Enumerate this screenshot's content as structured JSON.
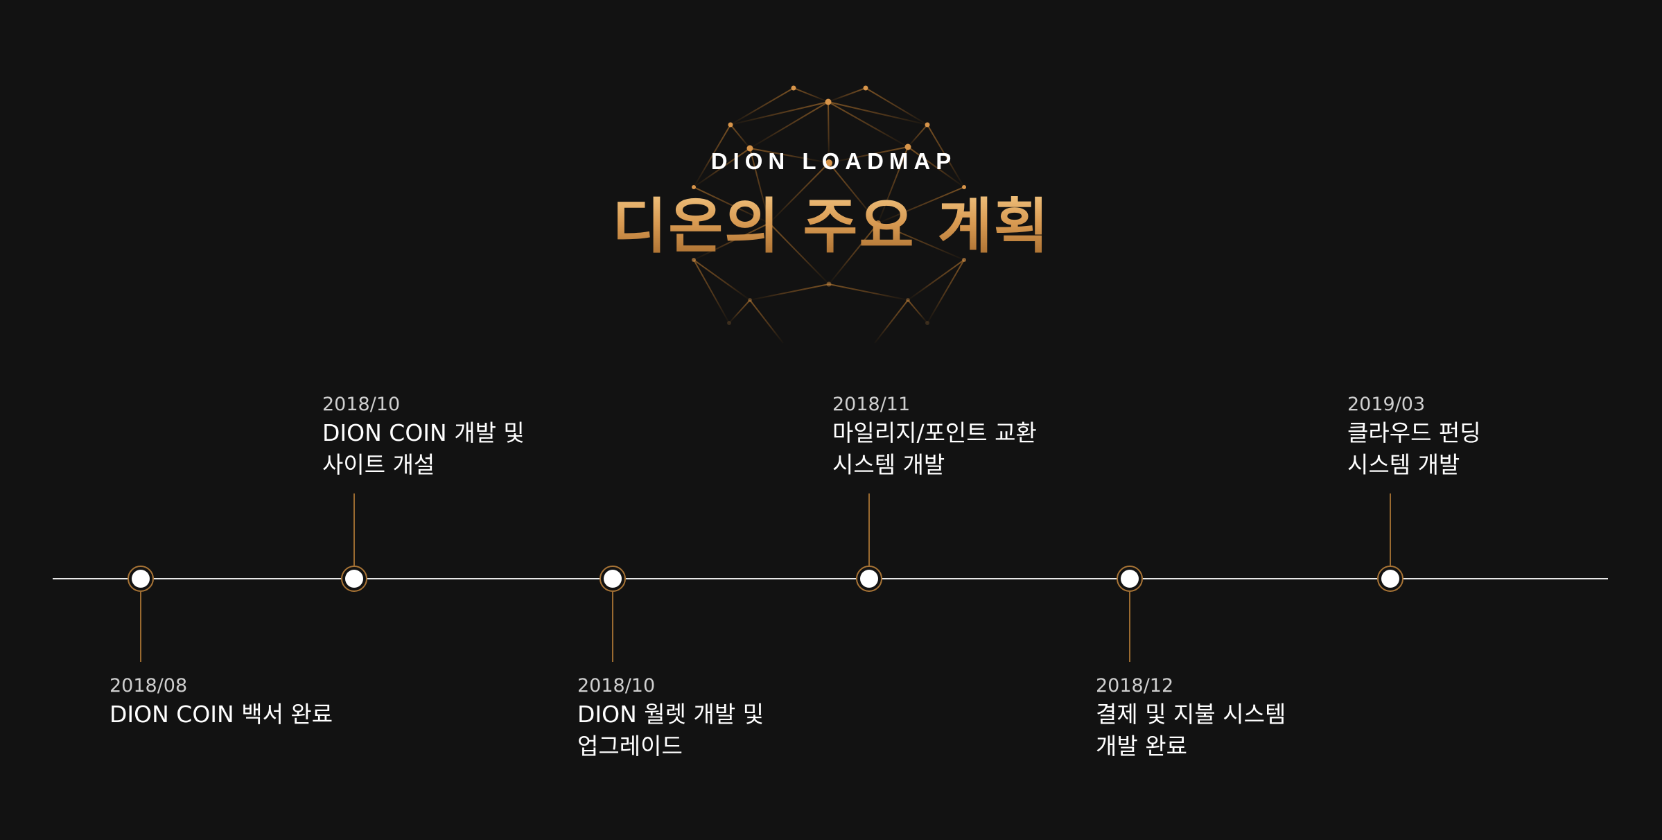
{
  "header": {
    "eyebrow": "DION LOADMAP",
    "headline": "디온의 주요 계획"
  },
  "colors": {
    "background": "#121212",
    "accent_gold": "#a87436",
    "headline_gold_top": "#f0c27e",
    "headline_gold_bottom": "#a56a2c",
    "track": "#e8e8e8",
    "date_text": "#cfcfcf",
    "title_text": "#ffffff"
  },
  "timeline": {
    "events": [
      {
        "date": "2018/08",
        "title": "DION COIN 백서 완료",
        "position": "below"
      },
      {
        "date": "2018/10",
        "title": "DION COIN 개발 및\n사이트 개설",
        "position": "above"
      },
      {
        "date": "2018/10",
        "title": "DION 월렛 개발 및\n업그레이드",
        "position": "below"
      },
      {
        "date": "2018/11",
        "title": "마일리지/포인트 교환\n시스템 개발",
        "position": "above"
      },
      {
        "date": "2018/12",
        "title": "결제 및 지불 시스템\n개발 완료",
        "position": "below"
      },
      {
        "date": "2019/03",
        "title": "클라우드 펀딩\n시스템 개발",
        "position": "above"
      }
    ]
  },
  "chart_data": {
    "type": "timeline",
    "title": "디온의 주요 계획",
    "subtitle": "DION LOADMAP",
    "x": [
      "2018/08",
      "2018/10",
      "2018/10",
      "2018/11",
      "2018/12",
      "2019/03"
    ],
    "labels": [
      "DION COIN 백서 완료",
      "DION COIN 개발 및 사이트 개설",
      "DION 월렛 개발 및 업그레이드",
      "마일리지/포인트 교환 시스템 개발",
      "결제 및 지불 시스템 개발 완료",
      "클라우드 펀딩 시스템 개발"
    ],
    "label_side": [
      "below",
      "above",
      "below",
      "above",
      "below",
      "above"
    ]
  }
}
